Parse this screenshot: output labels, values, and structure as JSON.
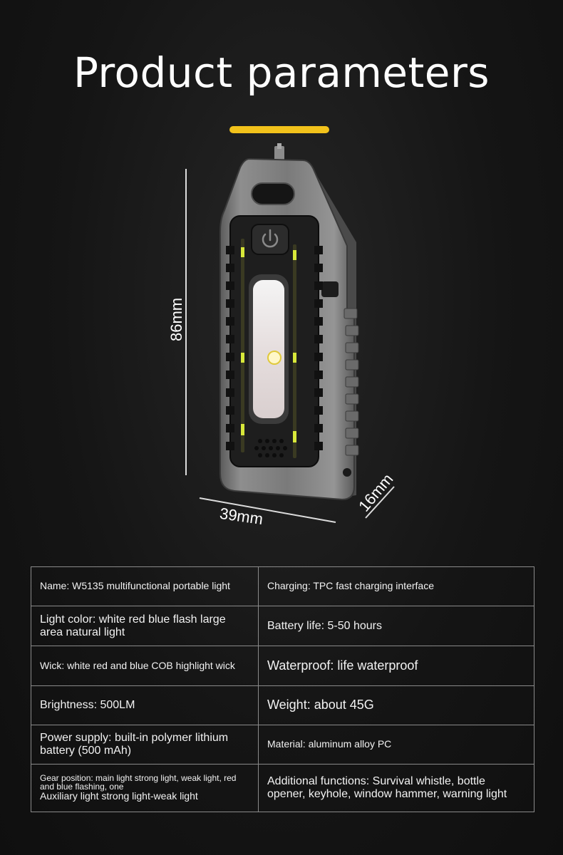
{
  "header": {
    "title": "Product parameters",
    "accent_color": "#f2c21b"
  },
  "dimensions": {
    "height": "86mm",
    "width": "39mm",
    "depth": "16mm"
  },
  "specs": {
    "rows": [
      {
        "left": "Name: W5135 multifunctional portable light",
        "right": "Charging: TPC fast charging interface"
      },
      {
        "left": "Light color: white red blue flash large area natural light",
        "right": "Battery life: 5-50 hours"
      },
      {
        "left": "Wick: white red and blue COB highlight wick",
        "right": "Waterproof: life waterproof"
      },
      {
        "left": "Brightness: 500LM",
        "right": "Weight: about 45G"
      },
      {
        "left": "Power supply: built-in polymer lithium battery (500 mAh)",
        "right": "Material: aluminum alloy PC"
      },
      {
        "left_a": "Gear position: main light strong light, weak light, red and blue flashing, one",
        "left_b": "Auxiliary light strong light-weak light",
        "right": "Additional functions: Survival whistle, bottle opener, keyhole, window hammer, warning light"
      }
    ]
  }
}
